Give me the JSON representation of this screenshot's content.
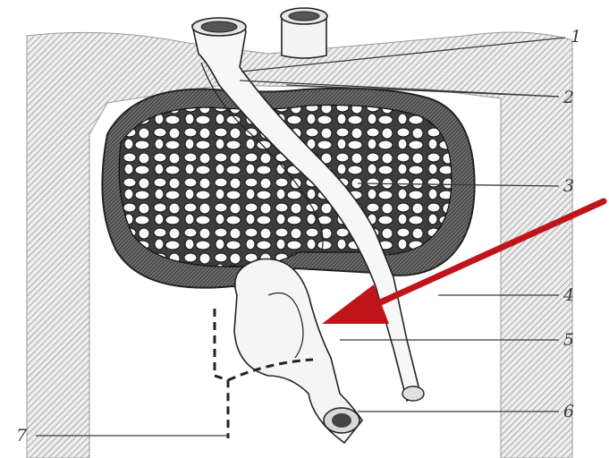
{
  "figure": {
    "labels": [
      {
        "id": "1",
        "text": "1"
      },
      {
        "id": "2",
        "text": "2"
      },
      {
        "id": "3",
        "text": "3"
      },
      {
        "id": "4",
        "text": "4"
      },
      {
        "id": "5",
        "text": "5"
      },
      {
        "id": "6",
        "text": "6"
      },
      {
        "id": "7",
        "text": "7"
      }
    ],
    "colors": {
      "ink": "#3a3a3a",
      "paper": "#ffffff",
      "hatch": "#8a8a8a",
      "arrow": "#c0141b"
    }
  }
}
